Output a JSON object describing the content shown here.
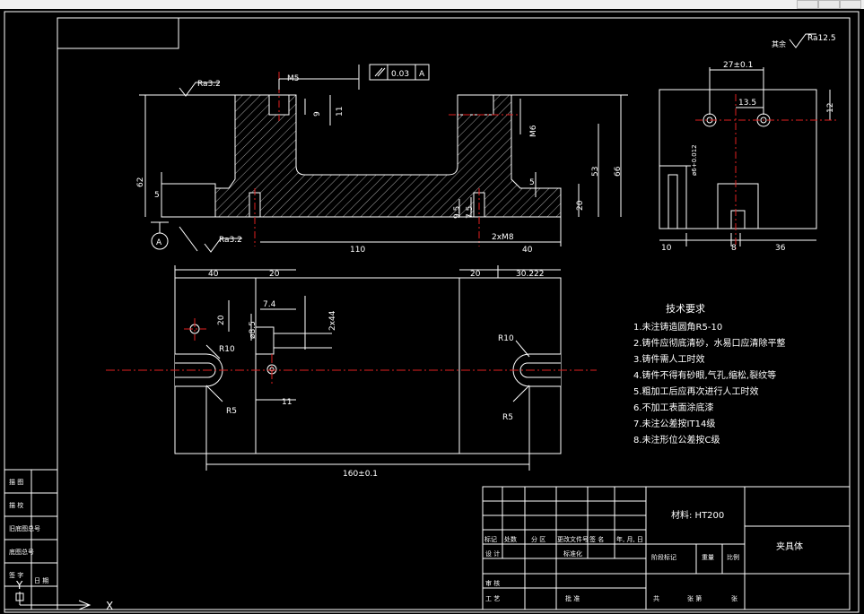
{
  "colors": {
    "background": "#000000",
    "lines": "#ffffff",
    "centerline": "#e02020",
    "hatch": "#cfcfcf"
  },
  "drawing": {
    "roughness_note_prefix": "其余",
    "roughness_main": "Ra12.5",
    "roughness_top": "Ra3.2",
    "roughness_bottom": "Ra3.2",
    "datum_label": "A",
    "gdt_tolerance": "0.03",
    "gdt_datum": "A",
    "front_dims": {
      "m5": "M5",
      "d9": "9",
      "d11": "11",
      "m6": "M6",
      "d62": "62",
      "d5_left": "5",
      "d53": "53",
      "d66": "66",
      "d5_right": "5",
      "d20": "20",
      "d9_5": "9.5",
      "d7_5": "7.5",
      "d110": "110",
      "d2xm8": "2xM8",
      "d40": "40"
    },
    "side_dims": {
      "d27": "27±0.1",
      "d13_5": "13.5",
      "d12": "12",
      "d6": "ø6+0.012",
      "d10": "10",
      "d8": "8",
      "d36": "36"
    },
    "plan_dims": {
      "d40": "40",
      "d20": "20",
      "d20b": "20",
      "d30": "30.222",
      "d20v": "20",
      "d7": "7.4",
      "d8_5": "ø8.5",
      "d2x4": "2x44",
      "r10_left": "R10",
      "r5_left": "R5",
      "d11": "11",
      "r10_right": "R10",
      "r5_right": "R5",
      "d160": "160±0.1"
    },
    "notes_title": "技术要求",
    "notes": [
      "1.未注铸造圆角R5-10",
      "2.铸件应彻底清砂，水易口应清除平整",
      "3.铸件需人工时效",
      "4.铸件不得有砂眼,气孔,缩松,裂纹等",
      "5.粗加工后应再次进行人工时效",
      "6.不加工表面涂底漆",
      "7.未注公差按IT14级",
      "8.未注形位公差按C级"
    ]
  },
  "title_block": {
    "material": "材料: HT200",
    "part_name": "夹具体",
    "header_row": [
      "标记",
      "处数",
      "分 区",
      "更改文件号",
      "签 名",
      "年, 月, 日"
    ],
    "design_row": [
      "设 计",
      "",
      "",
      "标准化"
    ],
    "review_label": "审 核",
    "process_label": "工 艺",
    "approve_label": "批 准",
    "stage_label": "阶段标记",
    "weight_label": "重量",
    "scale_label": "比例",
    "sheets_label": "共",
    "sheet_of_label": "张 第",
    "sheet_end_label": "张"
  },
  "left_block": {
    "rows": [
      "描 图",
      "描 校",
      "旧底图总号",
      "底图总号",
      "签 字",
      "日 期"
    ]
  },
  "ucs": {
    "y": "Y",
    "x": "X"
  }
}
